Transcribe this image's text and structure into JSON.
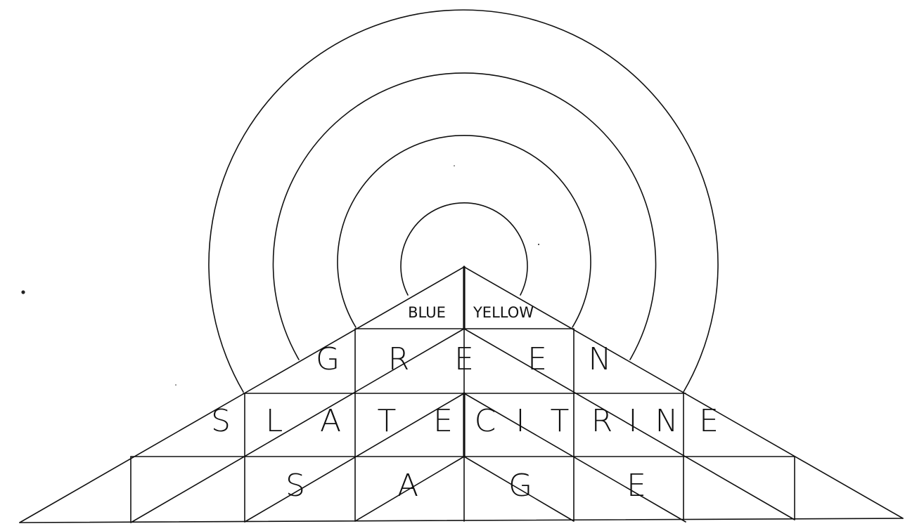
{
  "diagram": {
    "labels": {
      "blue": "BLUE",
      "yellow": "YELLOW",
      "green": [
        "G",
        "R",
        "E",
        "E",
        "N"
      ],
      "slate": [
        "S",
        "L",
        "A",
        "T",
        "E"
      ],
      "citrine": [
        "C",
        "I",
        "T",
        "R",
        "I",
        "N",
        "E"
      ],
      "sage": [
        "S",
        "A",
        "G",
        "E"
      ]
    }
  },
  "colors": {
    "ink": "#111111",
    "paper": "#ffffff"
  }
}
